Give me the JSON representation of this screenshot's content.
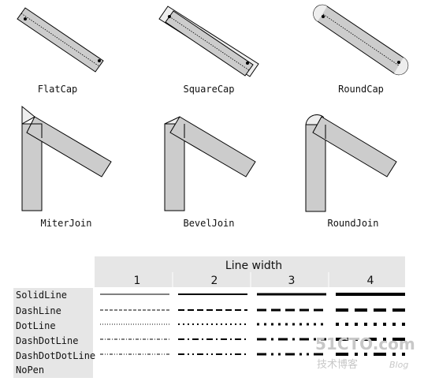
{
  "caps": {
    "flat": "FlatCap",
    "square": "SquareCap",
    "round": "RoundCap"
  },
  "joins": {
    "miter": "MiterJoin",
    "bevel": "BevelJoin",
    "round": "RoundJoin"
  },
  "table": {
    "header_title": "Line width",
    "widths": [
      "1",
      "2",
      "3",
      "4"
    ],
    "styles": [
      "SolidLine",
      "DashLine",
      "DotLine",
      "DashDotLine",
      "DashDotDotLine",
      "NoPen"
    ]
  },
  "colors": {
    "shape_fill": "#cccccc",
    "cap_fill": "#eeeeee",
    "stroke": "#000000",
    "table_bg": "#e6e6e6"
  },
  "watermark": {
    "line1": "51CTO.com",
    "line2": "技术博客",
    "line3": "Blog"
  }
}
